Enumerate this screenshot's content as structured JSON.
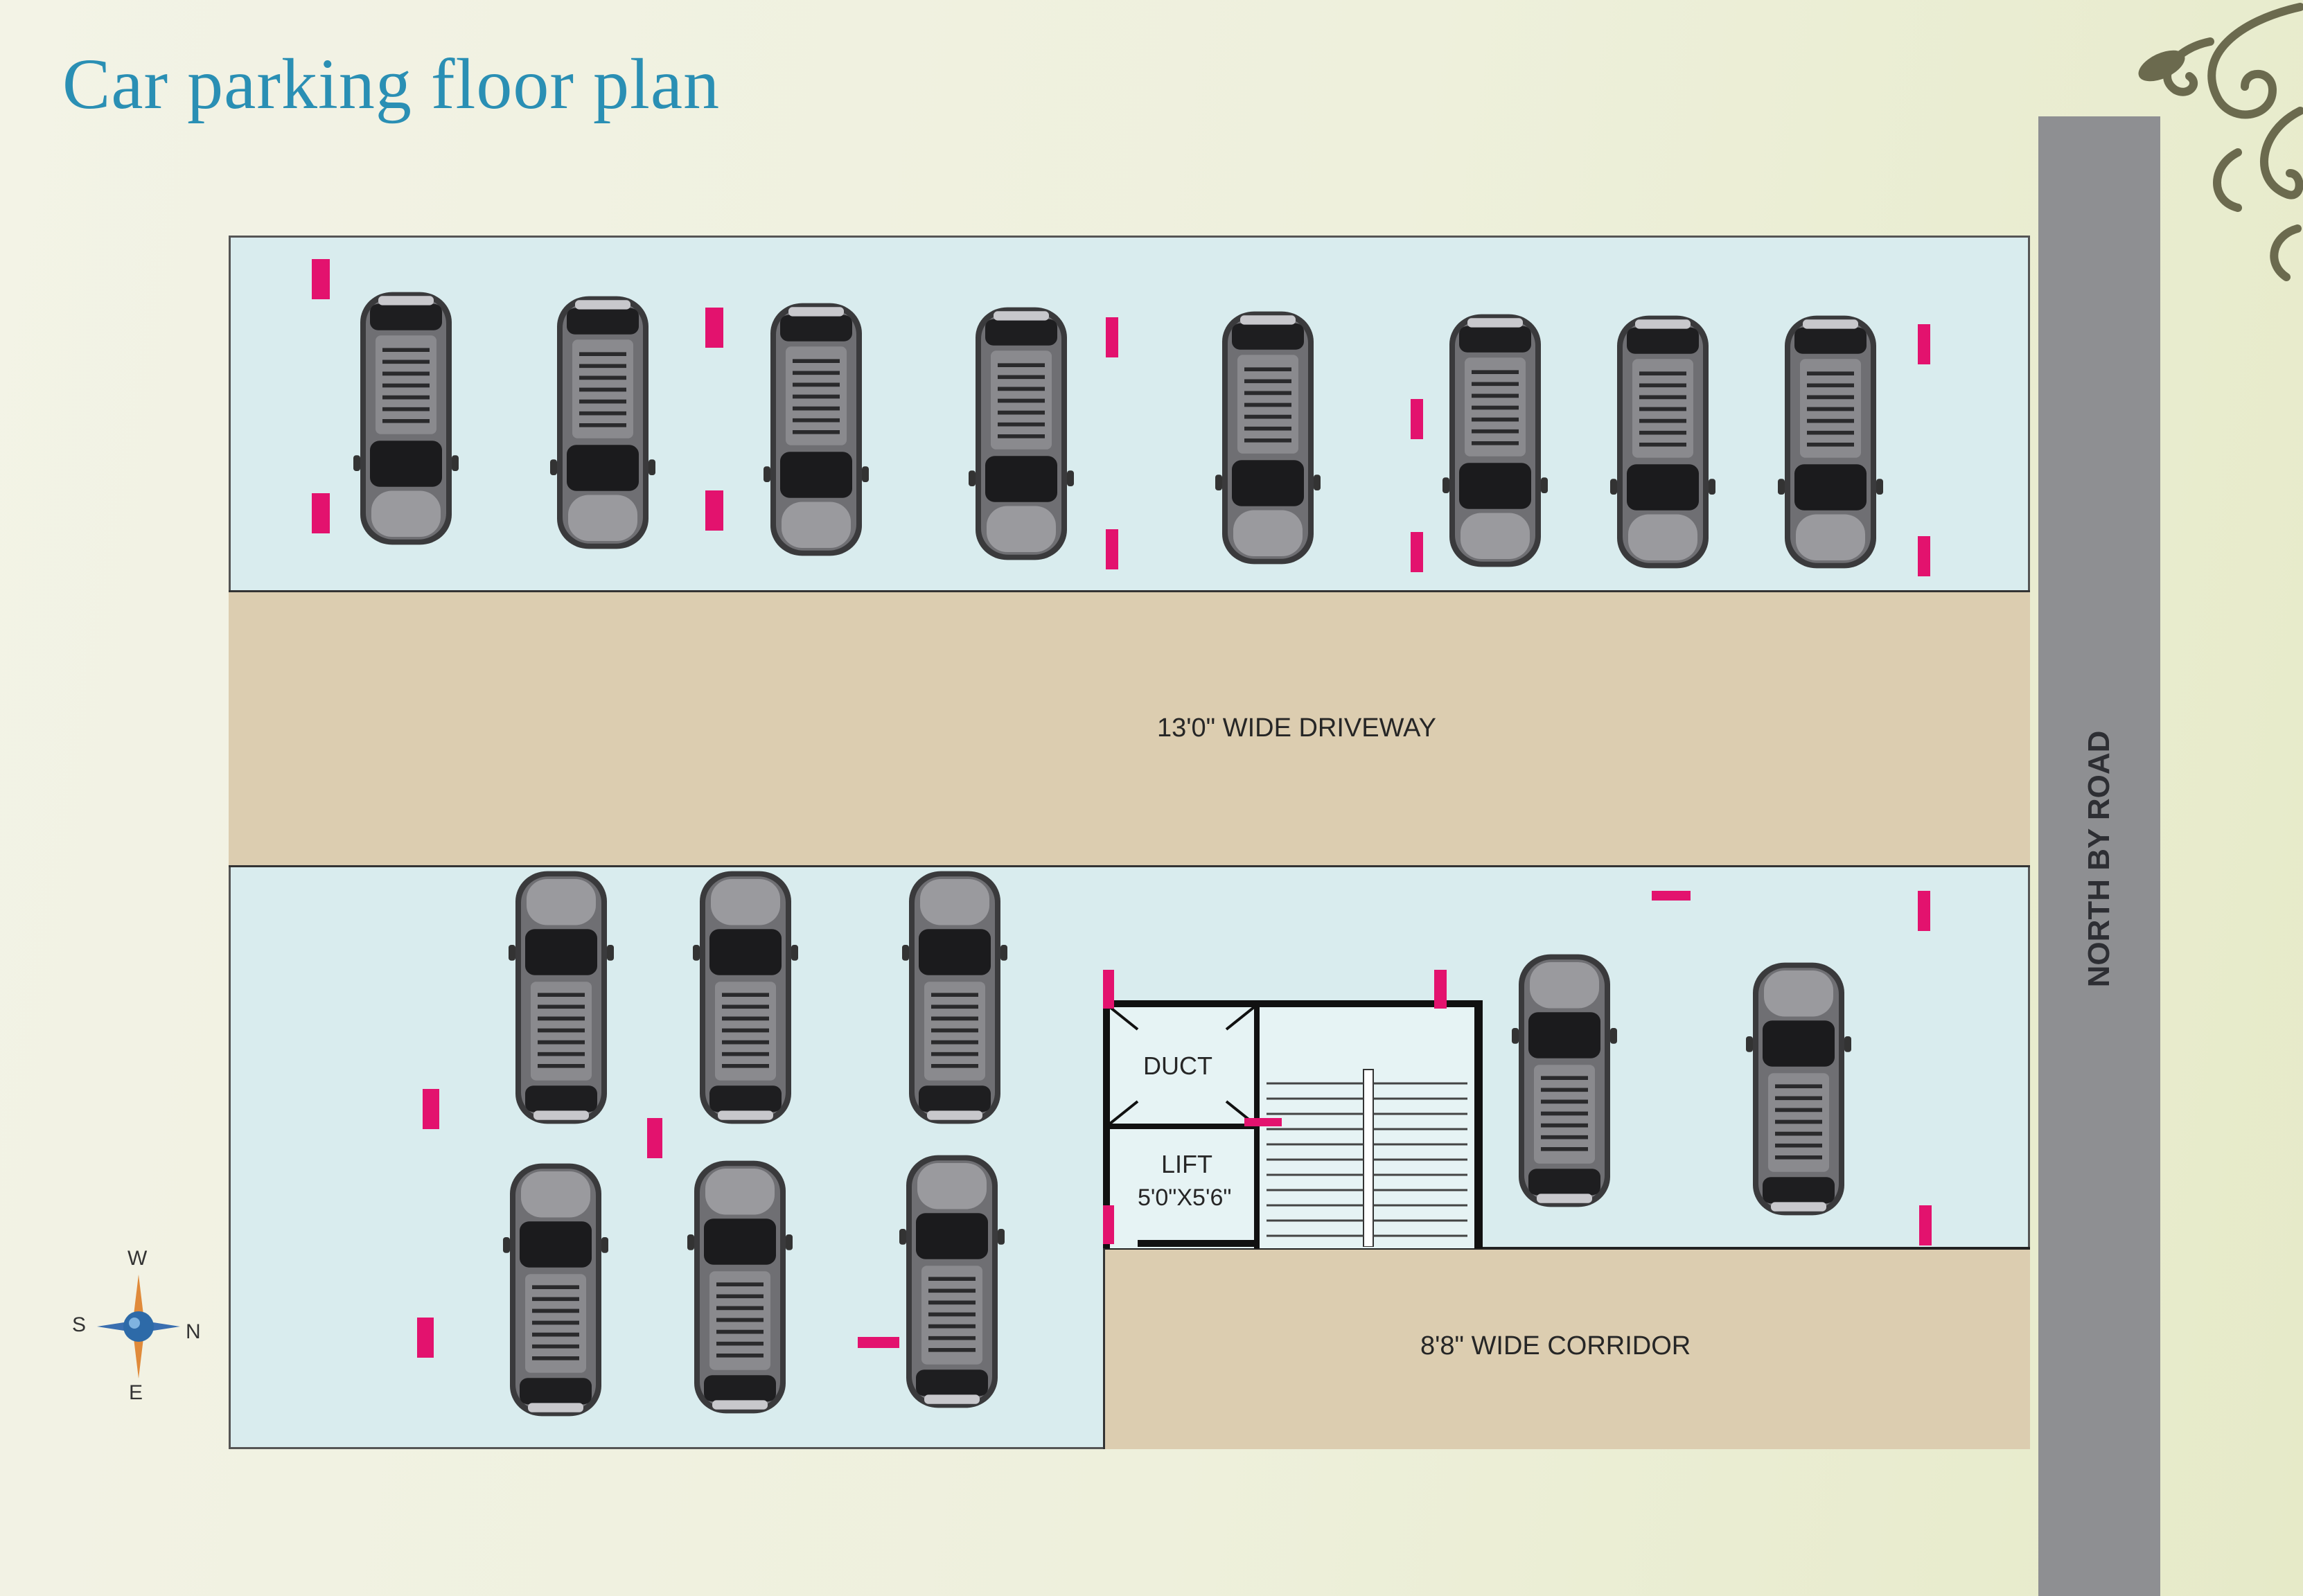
{
  "title": "Car parking floor plan",
  "driveway_label": "13'0\" WIDE DRIVEWAY",
  "corridor_label": "8'8\" WIDE CORRIDOR",
  "road_label": "NORTH BY ROAD",
  "duct_label": "DUCT",
  "lift_label": "LIFT",
  "lift_size": "5'0\"X5'6\"",
  "compass": {
    "west": "W",
    "south": "S",
    "north": "N",
    "east": "E"
  },
  "colors": {
    "title": "#2a8fb4",
    "marker": "#e3126e",
    "road": "#8e8f92",
    "paving": "#d9ecee",
    "driveway": "#dccdb0"
  },
  "parking": {
    "top_row_cars": 8,
    "bottom_left_cars": 6,
    "bottom_right_cars": 2
  }
}
